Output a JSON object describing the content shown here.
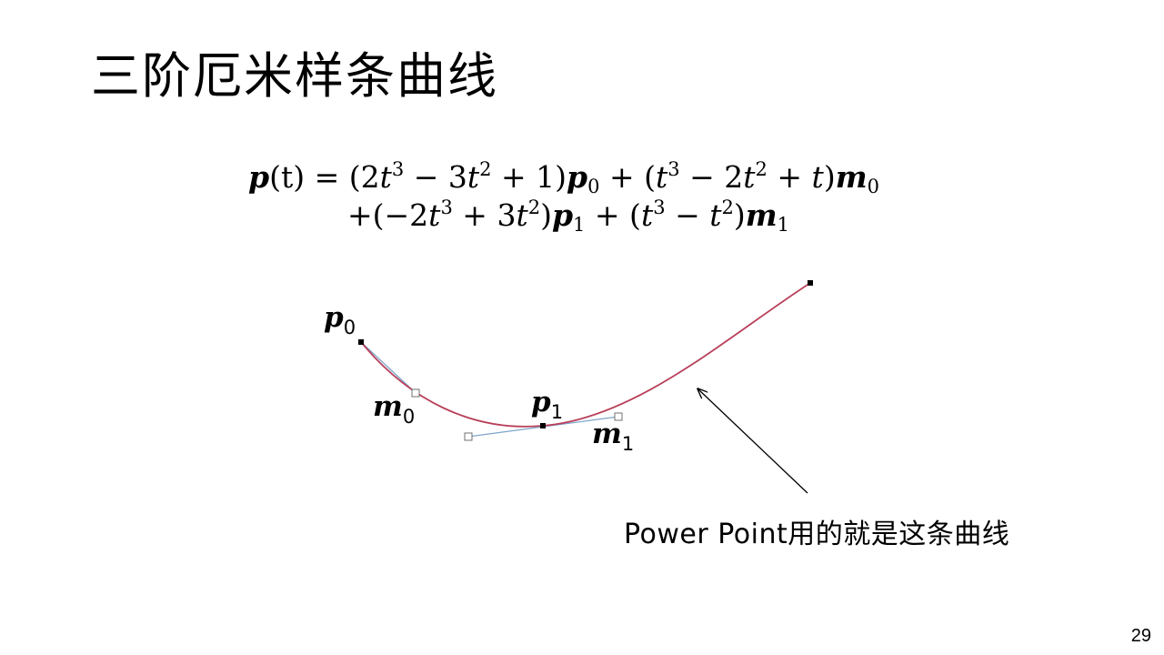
{
  "slide": {
    "title": "三阶厄米样条曲线",
    "page_number": "29"
  },
  "formula": {
    "line1": {
      "p": "p",
      "t_open": "(t) = (2",
      "t1": "t",
      "e3a": "3",
      "m3": " − 3",
      "t2": "t",
      "e2a": "2",
      "p1": " + 1)",
      "pp0": "p",
      "s0": "0",
      "plus": " + (",
      "t3": "t",
      "e3b": "3",
      "m2": " − 2",
      "t4": "t",
      "e2b": "2",
      "pt": " + ",
      "t5": "t",
      "close": ")",
      "mm0": "m",
      "s0b": "0"
    },
    "line2": {
      "open": "+(−2",
      "t1": "t",
      "e3a": "3",
      "p3": " + 3",
      "t2": "t",
      "e2a": "2",
      "close1": ")",
      "pp1": "p",
      "s1": "1",
      "plus": " + (",
      "t3": "t",
      "e3b": "3",
      "minus": " − ",
      "t4": "t",
      "e2b": "2",
      "close2": ")",
      "mm1": "m",
      "s1b": "1"
    }
  },
  "diagram": {
    "labels": {
      "p0": {
        "main": "p",
        "sub": "0"
      },
      "m0": {
        "main": "m",
        "sub": "0"
      },
      "p1": {
        "main": "p",
        "sub": "1"
      },
      "m1": {
        "main": "m",
        "sub": "1"
      }
    },
    "annotation": "Power Point用的就是这条曲线",
    "colors": {
      "curve": "#b8405a",
      "tangent": "#7da6cc",
      "handle_border": "#707070",
      "anchor": "#000000",
      "arrow": "#000000"
    }
  }
}
